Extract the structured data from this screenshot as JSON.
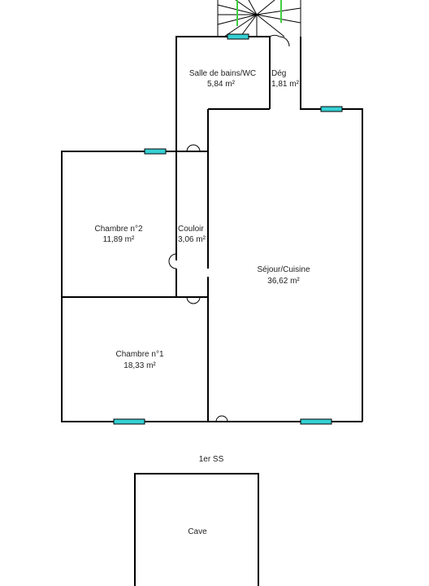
{
  "rooms": {
    "salle_de_bains": {
      "name": "Salle de bains/WC",
      "area": "5,84  m²"
    },
    "degagement": {
      "name": "Dég",
      "area": "1,81  m²"
    },
    "chambre2": {
      "name": "Chambre n°2",
      "area": "11,89  m²"
    },
    "couloir": {
      "name": "Couloir",
      "area": "3,06  m²"
    },
    "sejour": {
      "name": "Séjour/Cuisine",
      "area": "36,62  m²"
    },
    "chambre1": {
      "name": "Chambre n°1",
      "area": "18,33  m²"
    },
    "cave": {
      "name": "Cave"
    }
  },
  "level_label": "1er SS",
  "colors": {
    "wall": "#000000",
    "window": "#36d0d3",
    "stair_accent": "#3fcf3f"
  }
}
